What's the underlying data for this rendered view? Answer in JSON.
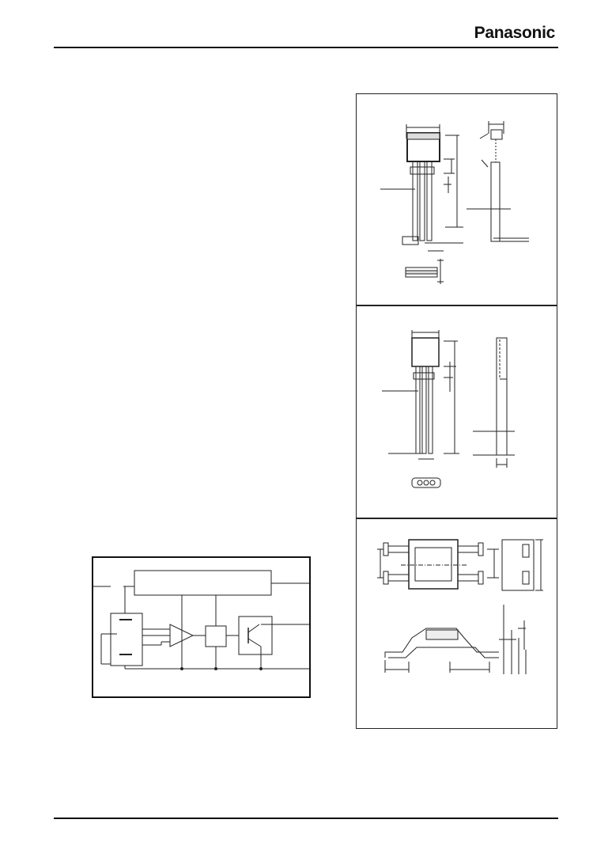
{
  "header": {
    "brand": "Panasonic"
  },
  "packages": [
    {
      "id": "pkg-1",
      "label": ""
    },
    {
      "id": "pkg-2",
      "label": ""
    },
    {
      "id": "pkg-3",
      "label": ""
    }
  ],
  "block_diagram": {
    "title": ""
  }
}
